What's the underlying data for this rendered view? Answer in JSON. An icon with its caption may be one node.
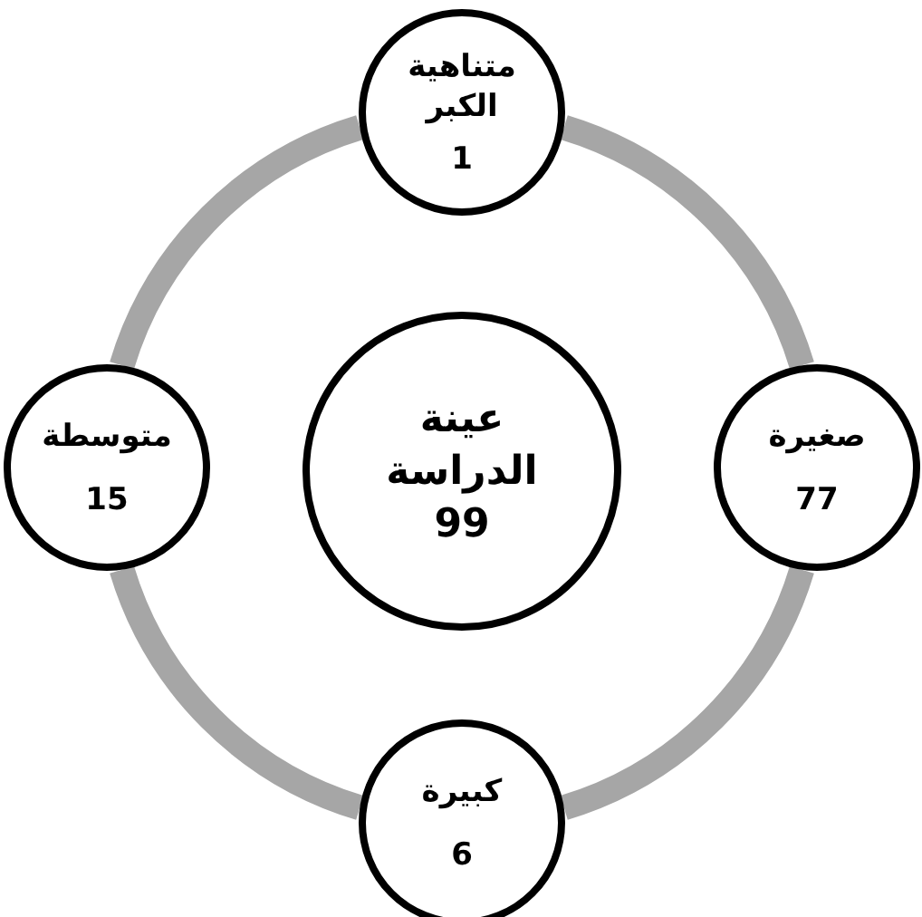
{
  "diagram": {
    "nodes": [
      {
        "text": [
          "متناهية الكبر",
          "1"
        ]
      },
      {
        "text": [
          "متوسطة",
          "15"
        ]
      },
      {
        "text": [
          "عينة الدراسة",
          "99"
        ]
      },
      {
        "text": [
          "صغيرة",
          "77"
        ]
      },
      {
        "text": [
          "كبيرة",
          "6"
        ]
      }
    ],
    "edges": [
      {
        "from": 0,
        "to": 3,
        "arrow": "none"
      },
      {
        "from": 3,
        "to": 4,
        "arrow": "none"
      },
      {
        "from": 4,
        "to": 1,
        "arrow": "none"
      },
      {
        "from": 1,
        "to": 0,
        "arrow": "none"
      }
    ]
  }
}
